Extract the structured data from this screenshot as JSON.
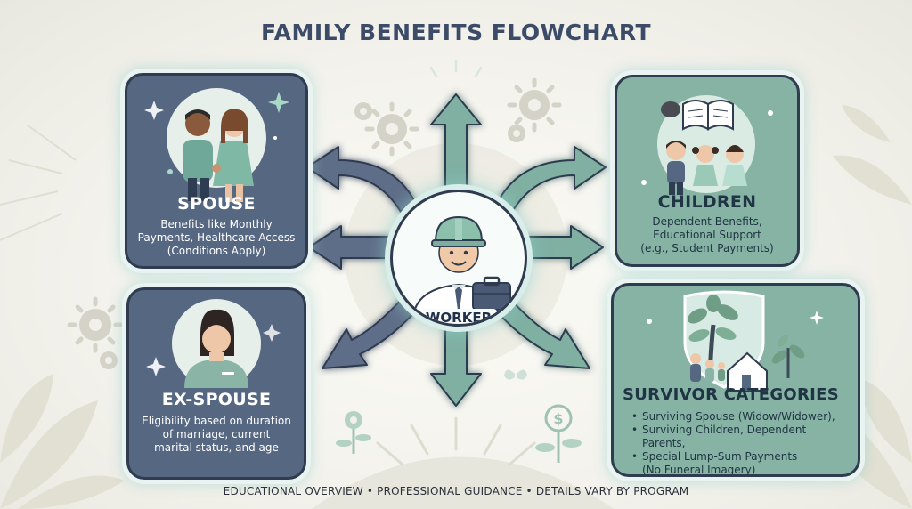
{
  "title": "FAMILY BENEFITS FLOWCHART",
  "hub": {
    "label": "WORKER"
  },
  "spouse": {
    "title": "SPOUSE",
    "lines": [
      "Benefits like Monthly",
      "Payments, Healthcare Access",
      "(Conditions Apply)"
    ]
  },
  "children": {
    "title": "CHILDREN",
    "lines": [
      "Dependent Benefits,",
      "Educational Support",
      "(e.g., Student Payments)"
    ]
  },
  "ex_spouse": {
    "title": "EX-SPOUSE",
    "lines": [
      "Eligibility based on duration",
      "of marriage, current",
      "marital status, and age"
    ]
  },
  "survivor": {
    "title": "SURVIVOR CATEGORIES",
    "bullets": [
      "Surviving Spouse (Widow/Widower),",
      "Surviving Children, Dependent Parents,",
      "Special Lump-Sum Payments"
    ],
    "note": "(No Funeral Imagery)"
  },
  "footer": "EDUCATIONAL OVERVIEW • PROFESSIONAL GUIDANCE • DETAILS VARY BY PROGRAM",
  "colors": {
    "slate": "#566782",
    "sage": "#86b3a3",
    "arrow_slate": "#5f6e88",
    "arrow_sage": "#7fb0a2",
    "title": "#3b4b68"
  }
}
